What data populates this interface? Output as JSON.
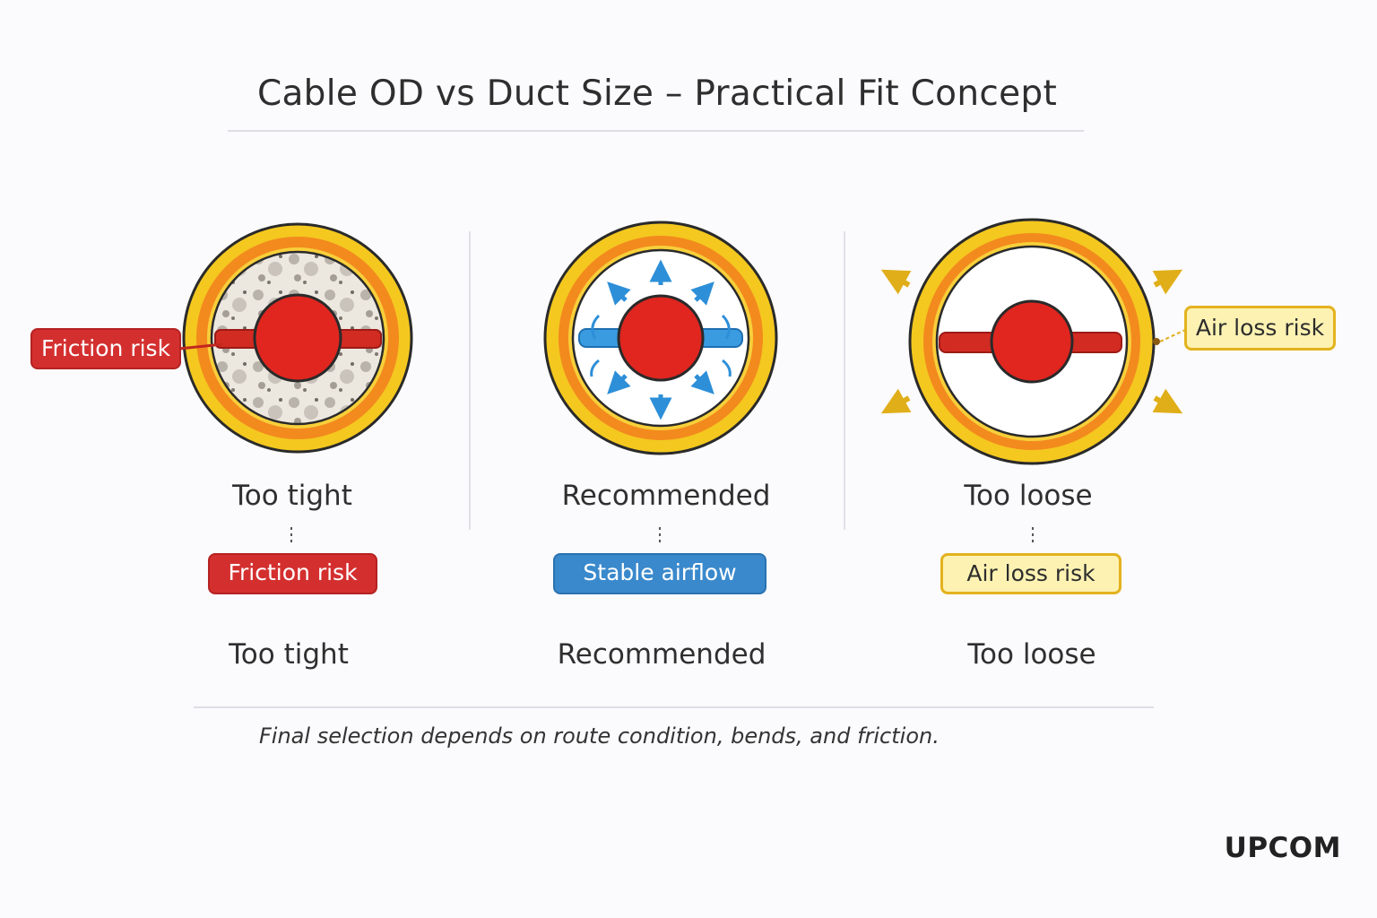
{
  "title": "Cable OD vs Duct Size – Practical Fit Concept",
  "panels": [
    {
      "label": "Too tight",
      "badge": "Friction risk",
      "bottom_label": "Too tight"
    },
    {
      "label": "Recommended",
      "badge": "Stable airflow",
      "bottom_label": "Recommended"
    },
    {
      "label": "Too loose",
      "badge": "Air loss risk",
      "bottom_label": "Too loose"
    }
  ],
  "callouts": {
    "left": "Friction risk",
    "right": "Air loss risk"
  },
  "footnote": "Final selection depends on route condition, bends, and friction.",
  "brand": "UPCOM",
  "colors": {
    "duct_outer": "#f4c81f",
    "duct_inner": "#f38a1e",
    "cable": "#e0261f",
    "risk_red": "#d42f2f",
    "airflow_blue": "#3a89cc",
    "air_loss_yellow": "#e3b21f"
  }
}
